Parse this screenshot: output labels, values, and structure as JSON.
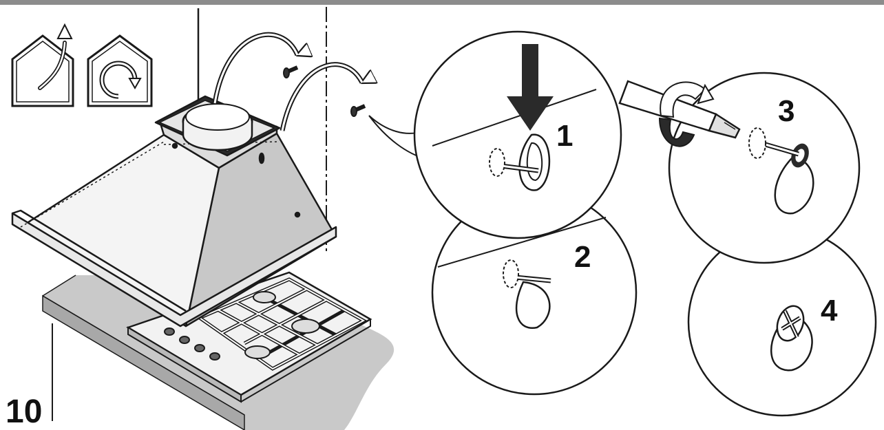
{
  "figure": {
    "step_number": "10",
    "detail_labels": [
      "1",
      "2",
      "3",
      "4"
    ],
    "icons": [
      "external-venting-house-icon",
      "recirculation-house-icon"
    ]
  },
  "colors": {
    "ink": "#1a1a1a",
    "shade": "#c8c8c8",
    "counter": "#9d9d9d",
    "top_bar": "#8c8c8c"
  }
}
